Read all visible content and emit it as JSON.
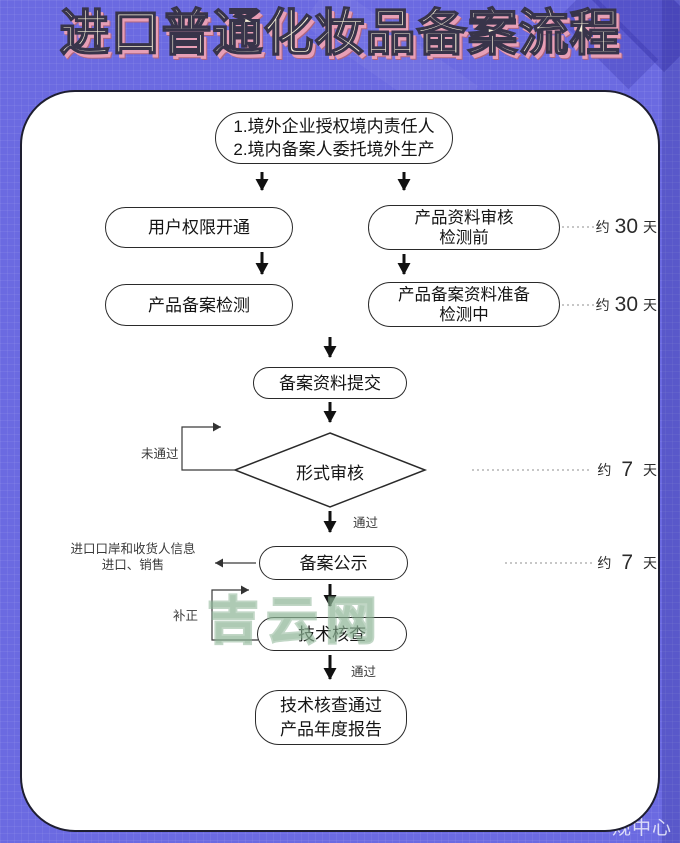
{
  "title": "进口普通化妆品备案流程",
  "watermark": "吉云网",
  "corner_text": "规中心",
  "flow": {
    "start": {
      "line1": "1.境外企业授权境内责任人",
      "line2": "2.境内备案人委托境外生产"
    },
    "user_box": "用户权限开通",
    "audit_box": {
      "line1": "产品资料审核",
      "line2": "检测前"
    },
    "test_box": "产品备案检测",
    "prepare_box": {
      "line1": "产品备案资料准备",
      "line2": "检测中"
    },
    "submit_box": "备案资料提交",
    "review_diamond": "形式审核",
    "publish_box": "备案公示",
    "tech_box": "技术核查",
    "final_box": {
      "line1": "技术核查通过",
      "line2": "产品年度报告"
    },
    "label_fail": "未通过",
    "label_pass_review": "通过",
    "label_correct": "补正",
    "label_pass_tech": "通过",
    "side_note": {
      "line1": "进口口岸和收货人信息",
      "line2": "进口、销售"
    },
    "durations": [
      {
        "prefix": "约",
        "value": "30",
        "suffix": "天"
      },
      {
        "prefix": "约",
        "value": "30",
        "suffix": "天"
      },
      {
        "prefix": "约",
        "value": "7",
        "suffix": "天"
      },
      {
        "prefix": "约",
        "value": "7",
        "suffix": "天"
      }
    ]
  },
  "colors": {
    "background": "#6b6ae1",
    "card": "#ffffff",
    "title_fill": "#f8f2d8",
    "title_shadow": "#e79fb6",
    "watermark_green": "#8cb496",
    "line": "#1a1a1a"
  }
}
